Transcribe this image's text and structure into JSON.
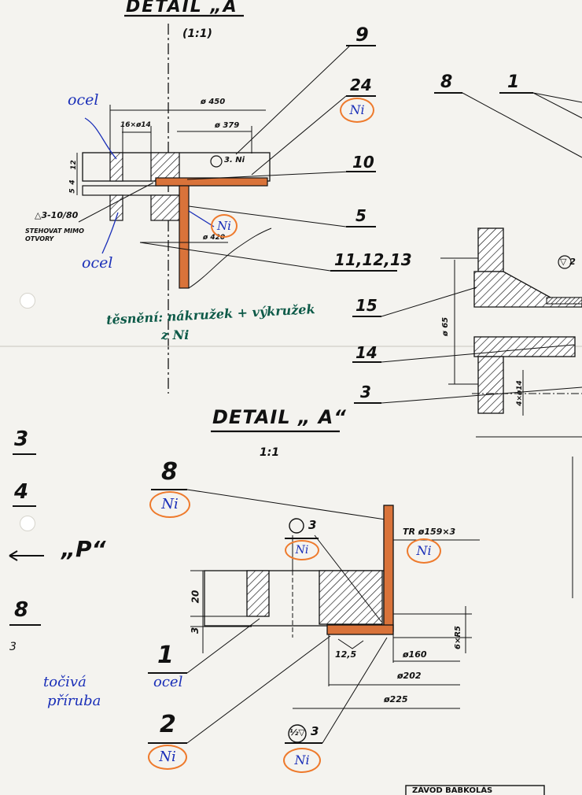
{
  "top_detail": {
    "title": "DETAIL „A",
    "scale": "(1:1)",
    "dim_d450": "ø 450",
    "dim_d379": "ø 379",
    "dim_holes": "16×ø14",
    "dim_d420": "ø 420",
    "dim_12": "12",
    "dim_4": "4",
    "dim_5": "5",
    "surface_mark": "3. Ni",
    "weld_note": "△3-10/80",
    "weld_note2": "STEHOVAT MIMO",
    "weld_note3": "OTVORY",
    "material_top": "ocel",
    "material_bottom": "ocel",
    "ni_badge": "Ni",
    "sealing_note_line1": "těsnění: nákružek + výkružek",
    "sealing_note_line2": "z Ni",
    "callouts": [
      "9",
      "24",
      "10",
      "5",
      "11,12,13"
    ],
    "callout_24_ni": "Ni"
  },
  "right_section": {
    "callouts": [
      "8",
      "1",
      "15",
      "14",
      "3"
    ],
    "dim_d65": "ø 65",
    "dim_holes": "4×ø14",
    "surface_mark": "▽ 2"
  },
  "left_margin": {
    "items": [
      "3",
      "4",
      "„P“",
      "8",
      "3"
    ],
    "note_line1": "točivá",
    "note_line2": "příruba"
  },
  "bottom_detail": {
    "title": "DETAIL „ A“",
    "scale": "1:1",
    "callout_8": "8",
    "callout_8_ni": "Ni",
    "surface_3": "3",
    "surface_3_ni": "Ni",
    "thread": "TR ø159×3",
    "thread_ni": "Ni",
    "dim_20": "20",
    "dim_3": "3",
    "dim_12_5": "12,5",
    "dim_d160": "ø160",
    "dim_d202": "ø202",
    "dim_d225": "ø225",
    "chamfer": "6×R5",
    "callout_1": "1",
    "callout_1_mat": "ocel",
    "callout_2": "2",
    "callout_2_ni": "Ni",
    "surface_half": "½▽",
    "surface_half_3": "3",
    "surface_half_ni": "Ni"
  },
  "title_block_fragment": "ZÁVOD BABKOLÁS",
  "colors": {
    "paper": "#f4f3ef",
    "ink": "#111111",
    "blue_ink": "#1a2fb8",
    "orange_highlight": "#ee7a2c",
    "copper_fill": "#d9733a",
    "green_ink": "#0d5a48"
  }
}
